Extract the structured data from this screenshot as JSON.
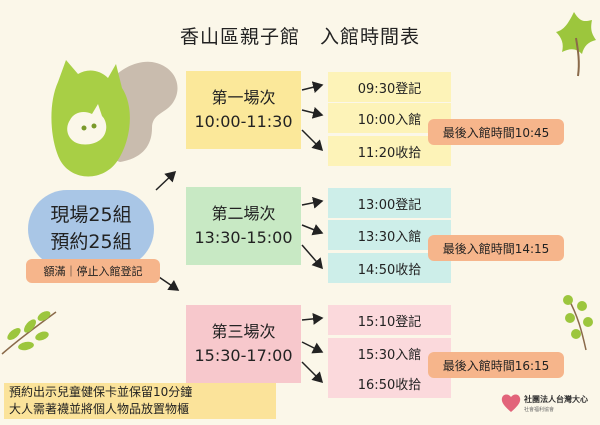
{
  "title": "香山區親子館　入館時間表",
  "quota": {
    "onsite": "現場25組",
    "reserved": "預約25組",
    "full_note": "額滿｜停止入館登記"
  },
  "sessions": [
    {
      "name": "第一場次",
      "time": "10:00-11:30",
      "color": "#fbe89a",
      "slot_color": "#fdf3b8",
      "slots": [
        "09:30登記",
        "10:00入館",
        "11:20收拾"
      ],
      "last_entry": "最後入館時間10:45"
    },
    {
      "name": "第二場次",
      "time": "13:30-15:00",
      "color": "#c8e9c4",
      "slot_color": "#cdeee9",
      "slots": [
        "13:00登記",
        "13:30入館",
        "14:50收拾"
      ],
      "last_entry": "最後入館時間14:15"
    },
    {
      "name": "第三場次",
      "time": "15:30-17:00",
      "color": "#f7c8cc",
      "slot_color": "#fbd9dc",
      "slots": [
        "15:10登記",
        "15:30入館",
        "16:50收拾"
      ],
      "last_entry": "最後入館時間16:15"
    }
  ],
  "notes": [
    "預約出示兒童健保卡並保留10分鐘",
    "大人需著襪並將個人物品放置物櫃"
  ],
  "logo": {
    "name_line1": "社團法人台灣大心",
    "name_line2": "社會福利協會",
    "heart_color": "#e2647a"
  },
  "colors": {
    "background": "#fbf7e9",
    "squirrel_green": "#a8cf45",
    "squirrel_tail": "#c9bcae",
    "leaf_green": "#9cc63d",
    "quota_blue": "#a9c6e6",
    "orange": "#f6b58b",
    "note_yellow": "#fbe39a"
  }
}
